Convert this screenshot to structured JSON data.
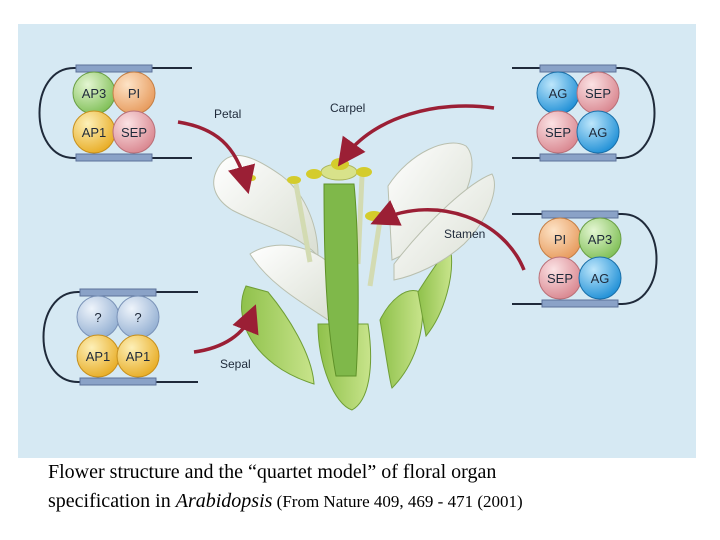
{
  "figure": {
    "background_color": "#d6e9f3",
    "protein_colors": {
      "AP3": "#9ccd7a",
      "PI": "#f0b67f",
      "AP1": "#f1c24c",
      "SEP": "#e8aab0",
      "AG": "#3aa6e3",
      "?": "#b6cbe3"
    },
    "organ_labels": {
      "petal": "Petal",
      "carpel": "Carpel",
      "stamen": "Stamen",
      "sepal": "Sepal"
    },
    "quartets": {
      "petal": [
        "AP3",
        "PI",
        "AP1",
        "SEP"
      ],
      "carpel": [
        "AG",
        "SEP",
        "SEP",
        "AG"
      ],
      "stamen": [
        "PI",
        "AP3",
        "SEP",
        "AG"
      ],
      "sepal": [
        "?",
        "?",
        "AP1",
        "AP1"
      ]
    }
  },
  "caption": {
    "line1": "Flower structure and the “quartet model” of floral organ",
    "line2_start": "specification in ",
    "species": "Arabidopsis",
    "source": " (From Nature 409, 469 - 471 (2001)"
  }
}
